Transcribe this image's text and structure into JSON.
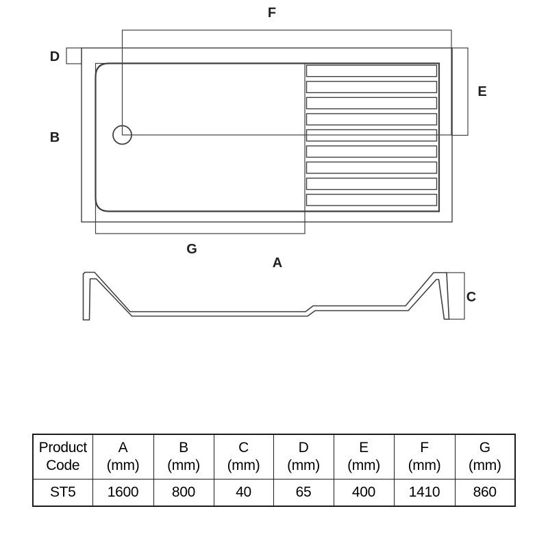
{
  "diagram": {
    "labels": {
      "f": "F",
      "d": "D",
      "b": "B",
      "e": "E",
      "g": "G",
      "a": "A",
      "c": "C"
    }
  },
  "table": {
    "product_header_line1": "Product",
    "product_header_line2": "Code",
    "columns": [
      {
        "letter": "A",
        "unit": "(mm)"
      },
      {
        "letter": "B",
        "unit": "(mm)"
      },
      {
        "letter": "C",
        "unit": "(mm)"
      },
      {
        "letter": "D",
        "unit": "(mm)"
      },
      {
        "letter": "E",
        "unit": "(mm)"
      },
      {
        "letter": "F",
        "unit": "(mm)"
      },
      {
        "letter": "G",
        "unit": "(mm)"
      }
    ],
    "row": {
      "product_code": "ST5",
      "values": [
        "1600",
        "800",
        "40",
        "65",
        "400",
        "1410",
        "860"
      ]
    }
  },
  "colors": {
    "line": "#3f3f3f",
    "label_text": "#1f1f1f",
    "table_border": "#1a1a1a",
    "background": "#ffffff"
  }
}
